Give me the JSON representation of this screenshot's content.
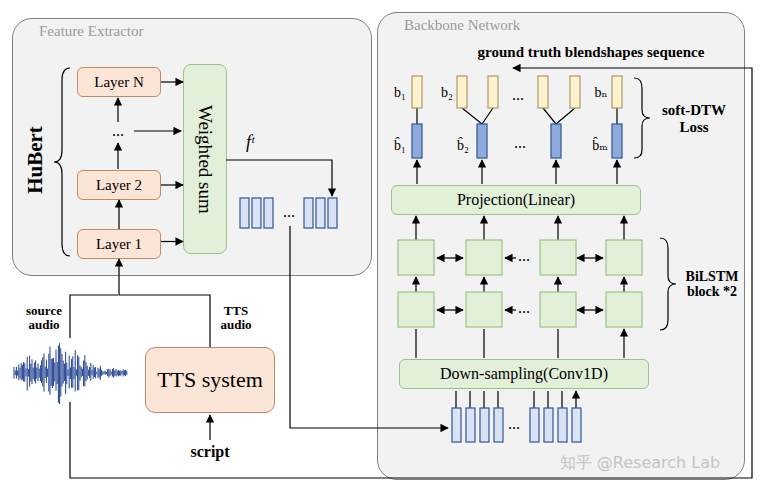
{
  "diagram": {
    "nodes": [
      {
        "text": [
          "Feature Extractor"
        ]
      },
      {
        "text": [
          "Layer N"
        ],
        "in": 0
      },
      {
        "text": [
          "Layer 2"
        ],
        "in": 0
      },
      {
        "text": [
          "Layer 1"
        ],
        "in": 0
      },
      {
        "text": [
          "Weighted sum"
        ],
        "in": 0
      },
      {
        "text": [
          "Backbone Network"
        ]
      },
      {
        "text": [
          "Projection(Linear)"
        ],
        "in": 5
      },
      {
        "text": [
          "Down-sampling(Conv1D)"
        ],
        "in": 5
      },
      {
        "text": [
          "TTS system"
        ]
      }
    ],
    "edges": [
      {
        "from": 3,
        "to": 2,
        "arrow": "to"
      },
      {
        "from": 3,
        "to": 4,
        "arrow": "to"
      },
      {
        "from": 2,
        "to": 4,
        "arrow": "to"
      },
      {
        "from": 1,
        "to": 4,
        "arrow": "to"
      },
      {
        "from": 8,
        "to": 3,
        "arrow": "to"
      }
    ],
    "labels": [
      "HuBert",
      "...",
      "fᵗ",
      "...",
      "ground truth blendshapes sequence",
      "b₁",
      "b₂",
      "...",
      "bₙ",
      "b̂₁",
      "b̂₂",
      "...",
      "b̂ₘ",
      "soft-DTW Loss",
      "...",
      "...",
      "BiLSTM block *2",
      "...",
      "source audio",
      "TTS audio",
      "script",
      "知乎 @Research Lab"
    ]
  }
}
